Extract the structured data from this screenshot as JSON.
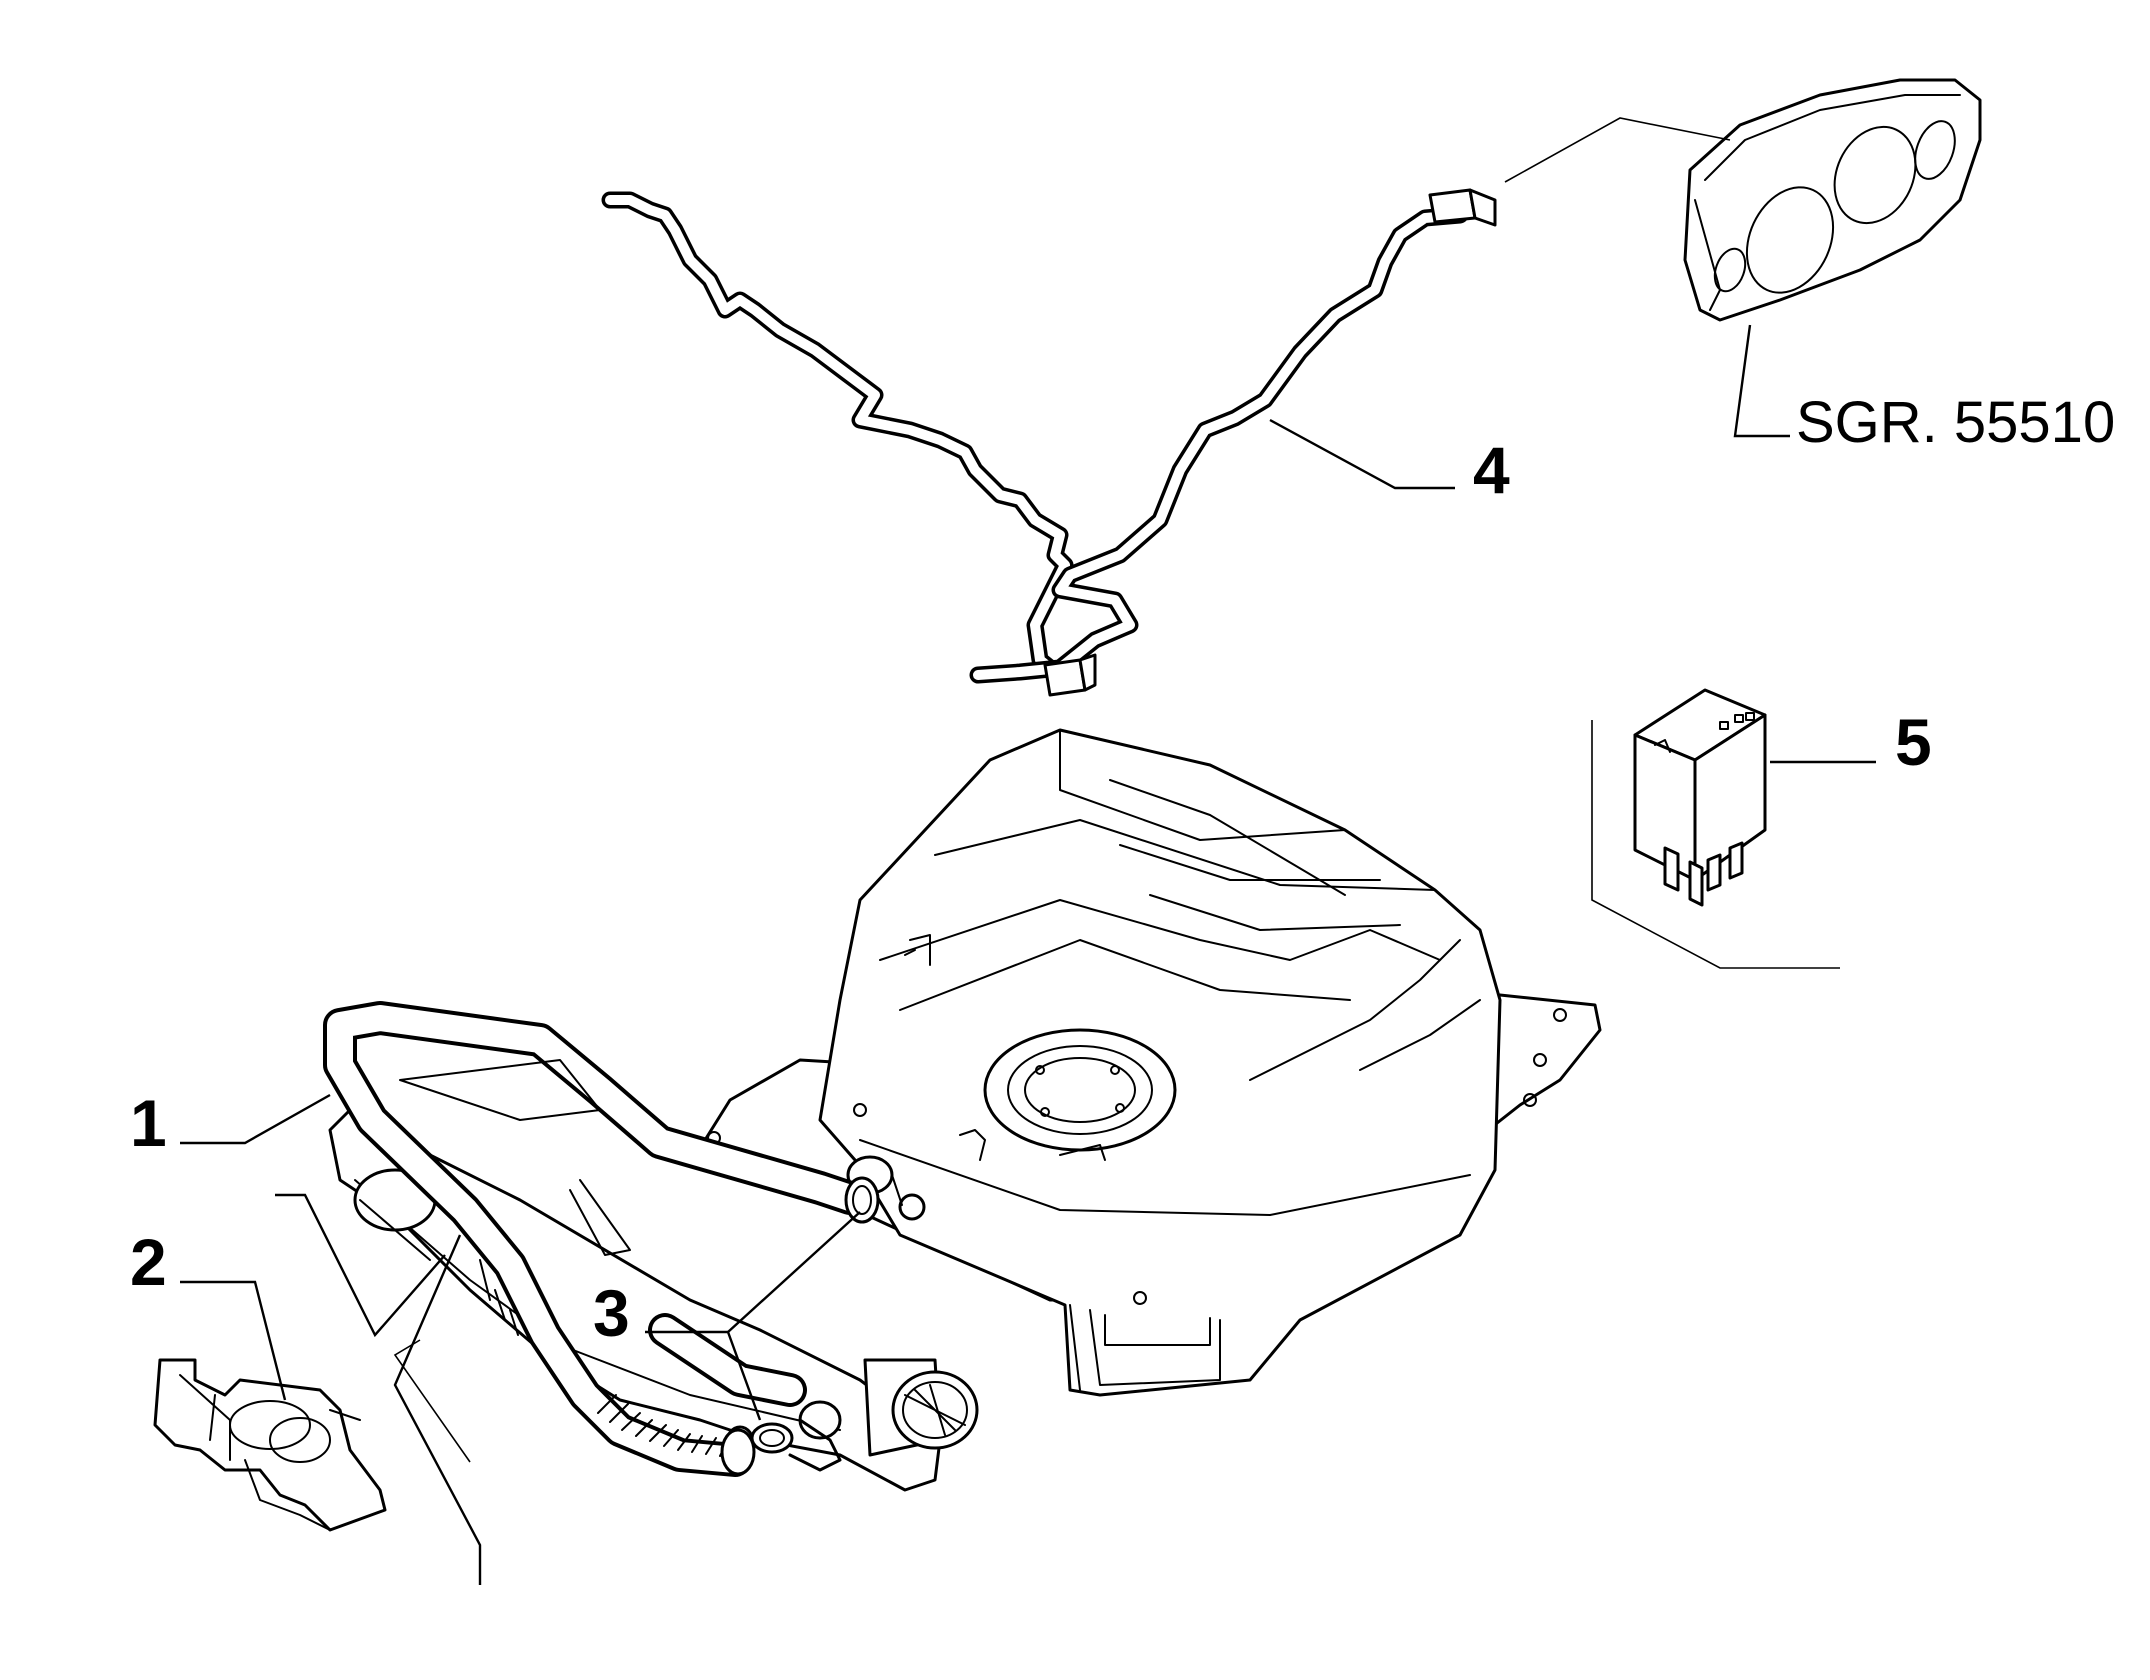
{
  "callouts": [
    {
      "label": "1"
    },
    {
      "label": "2"
    },
    {
      "label": "3"
    },
    {
      "label": "4"
    },
    {
      "label": "5"
    }
  ],
  "reference": {
    "text": "SGR. 55510"
  },
  "colors": {
    "line": "#000000",
    "background": "#ffffff"
  }
}
